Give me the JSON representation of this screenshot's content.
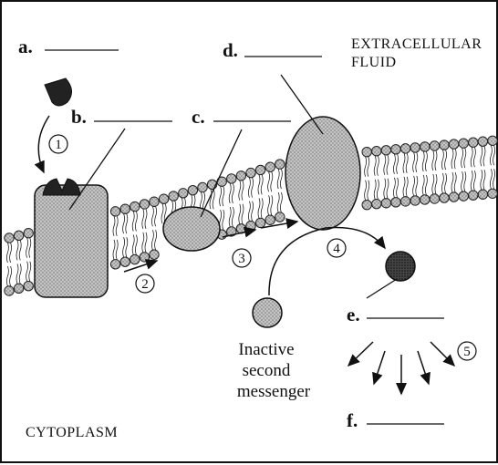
{
  "labels": {
    "a": "a.",
    "b": "b.",
    "c": "c.",
    "d": "d.",
    "e": "e.",
    "f": "f."
  },
  "regions": {
    "extracellular_line1": "EXTRACELLULAR",
    "extracellular_line2": "FLUID",
    "cytoplasm": "CYTOPLASM"
  },
  "steps": [
    "1",
    "2",
    "3",
    "4",
    "5"
  ],
  "inactive_text": [
    "Inactive",
    "second",
    "messenger"
  ]
}
